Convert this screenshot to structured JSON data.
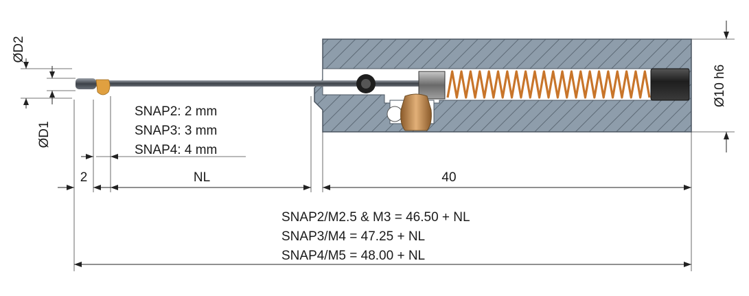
{
  "labels": {
    "d2": "ØD2",
    "d1": "ØD1",
    "d10": "Ø10 h6",
    "two": "2",
    "nl": "NL",
    "forty": "40"
  },
  "snap_list": [
    "SNAP2: 2 mm",
    "SNAP3: 3 mm",
    "SNAP4: 4 mm"
  ],
  "formulas": [
    "SNAP2/M2.5 & M3 = 46.50 + NL",
    "SNAP3/M4 = 47.25 + NL",
    "SNAP4/M5 = 48.00 + NL"
  ],
  "colors": {
    "housing": "#8a9aa8",
    "housing_edge": "#4a5560",
    "spring": "#c8752a",
    "tip": "#e0a040",
    "pin": "#5a5f66",
    "plug": "#2b2b2b"
  }
}
